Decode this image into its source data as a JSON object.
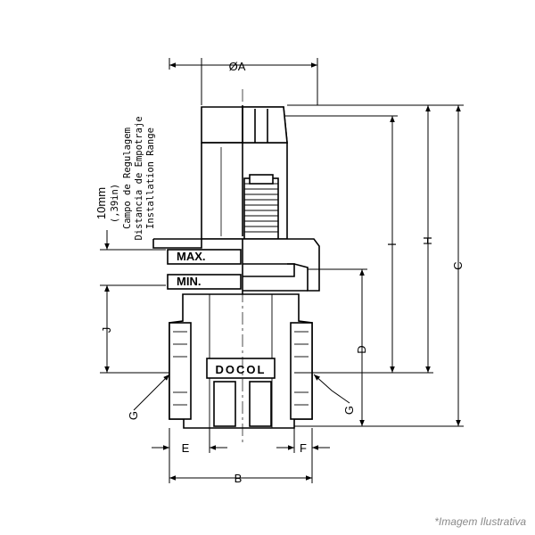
{
  "dimensions": {
    "diameter_a": "ØA",
    "b": "B",
    "c": "C",
    "d": "D",
    "e": "E",
    "f": "F",
    "g_left": "G",
    "g_right": "G",
    "h": "H",
    "i": "I",
    "j": "J"
  },
  "range_note": {
    "value_mm": "10mm",
    "value_in": "(,39in)",
    "label_pt": "Campo de Regulagem",
    "label_es": "Distancia de Empotraje",
    "label_en": "Installation Range"
  },
  "markings": {
    "max": "MAX.",
    "min": "MIN.",
    "brand": "DOCOL"
  },
  "caption": "*Imagem Ilustrativa"
}
